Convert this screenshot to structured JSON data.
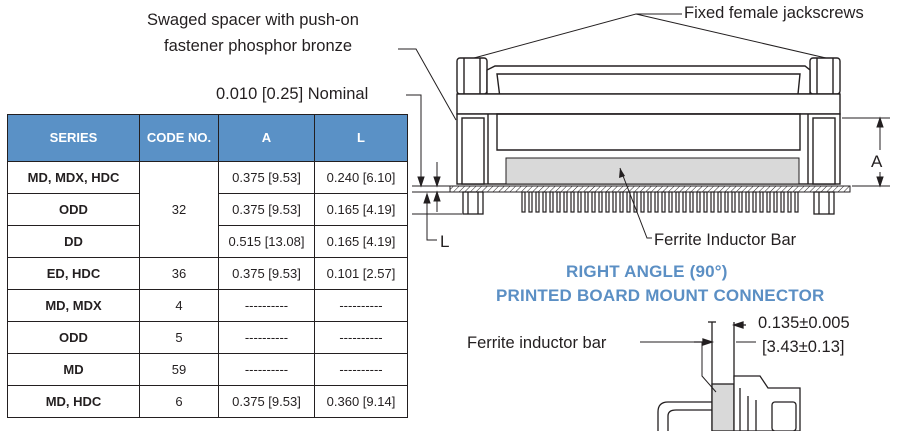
{
  "labels": {
    "jackscrews": "Fixed female jackscrews",
    "spacer_line1": "Swaged spacer with push-on",
    "spacer_line2": "fastener phosphor bronze",
    "nominal": "0.010 [0.25] Nominal",
    "dim_a": "A",
    "dim_l": "L",
    "ferrite_bar": "Ferrite Inductor Bar",
    "ferrite_bar_lower": "Ferrite inductor bar",
    "offset_line1": "0.135±0.005",
    "offset_line2": "[3.43±0.13]"
  },
  "heading": {
    "line1": "RIGHT ANGLE (90°)",
    "line2": "PRINTED BOARD MOUNT CONNECTOR"
  },
  "table": {
    "headers": {
      "series": "SERIES",
      "code": "CODE NO.",
      "a": "A",
      "l": "L"
    },
    "rows": [
      {
        "series": "MD, MDX, HDC",
        "code": "32",
        "a": "0.375 [9.53]",
        "l": "0.240 [6.10]"
      },
      {
        "series": "ODD",
        "code": "",
        "a": "0.375 [9.53]",
        "l": "0.165 [4.19]"
      },
      {
        "series": "DD",
        "code": "",
        "a": "0.515 [13.08]",
        "l": "0.165 [4.19]"
      },
      {
        "series": "ED, HDC",
        "code": "36",
        "a": "0.375 [9.53]",
        "l": "0.101 [2.57]"
      },
      {
        "series": "MD, MDX",
        "code": "4",
        "a": "----------",
        "l": "----------"
      },
      {
        "series": "ODD",
        "code": "5",
        "a": "----------",
        "l": "----------"
      },
      {
        "series": "MD",
        "code": "59",
        "a": "----------",
        "l": "----------"
      },
      {
        "series": "MD, HDC",
        "code": "6",
        "a": "0.375 [9.53]",
        "l": "0.360 [9.14]"
      }
    ]
  },
  "colors": {
    "header_fill": "#5a91c6",
    "heading_text": "#5b8fc4",
    "ferrite_fill": "#d9d9d9"
  }
}
